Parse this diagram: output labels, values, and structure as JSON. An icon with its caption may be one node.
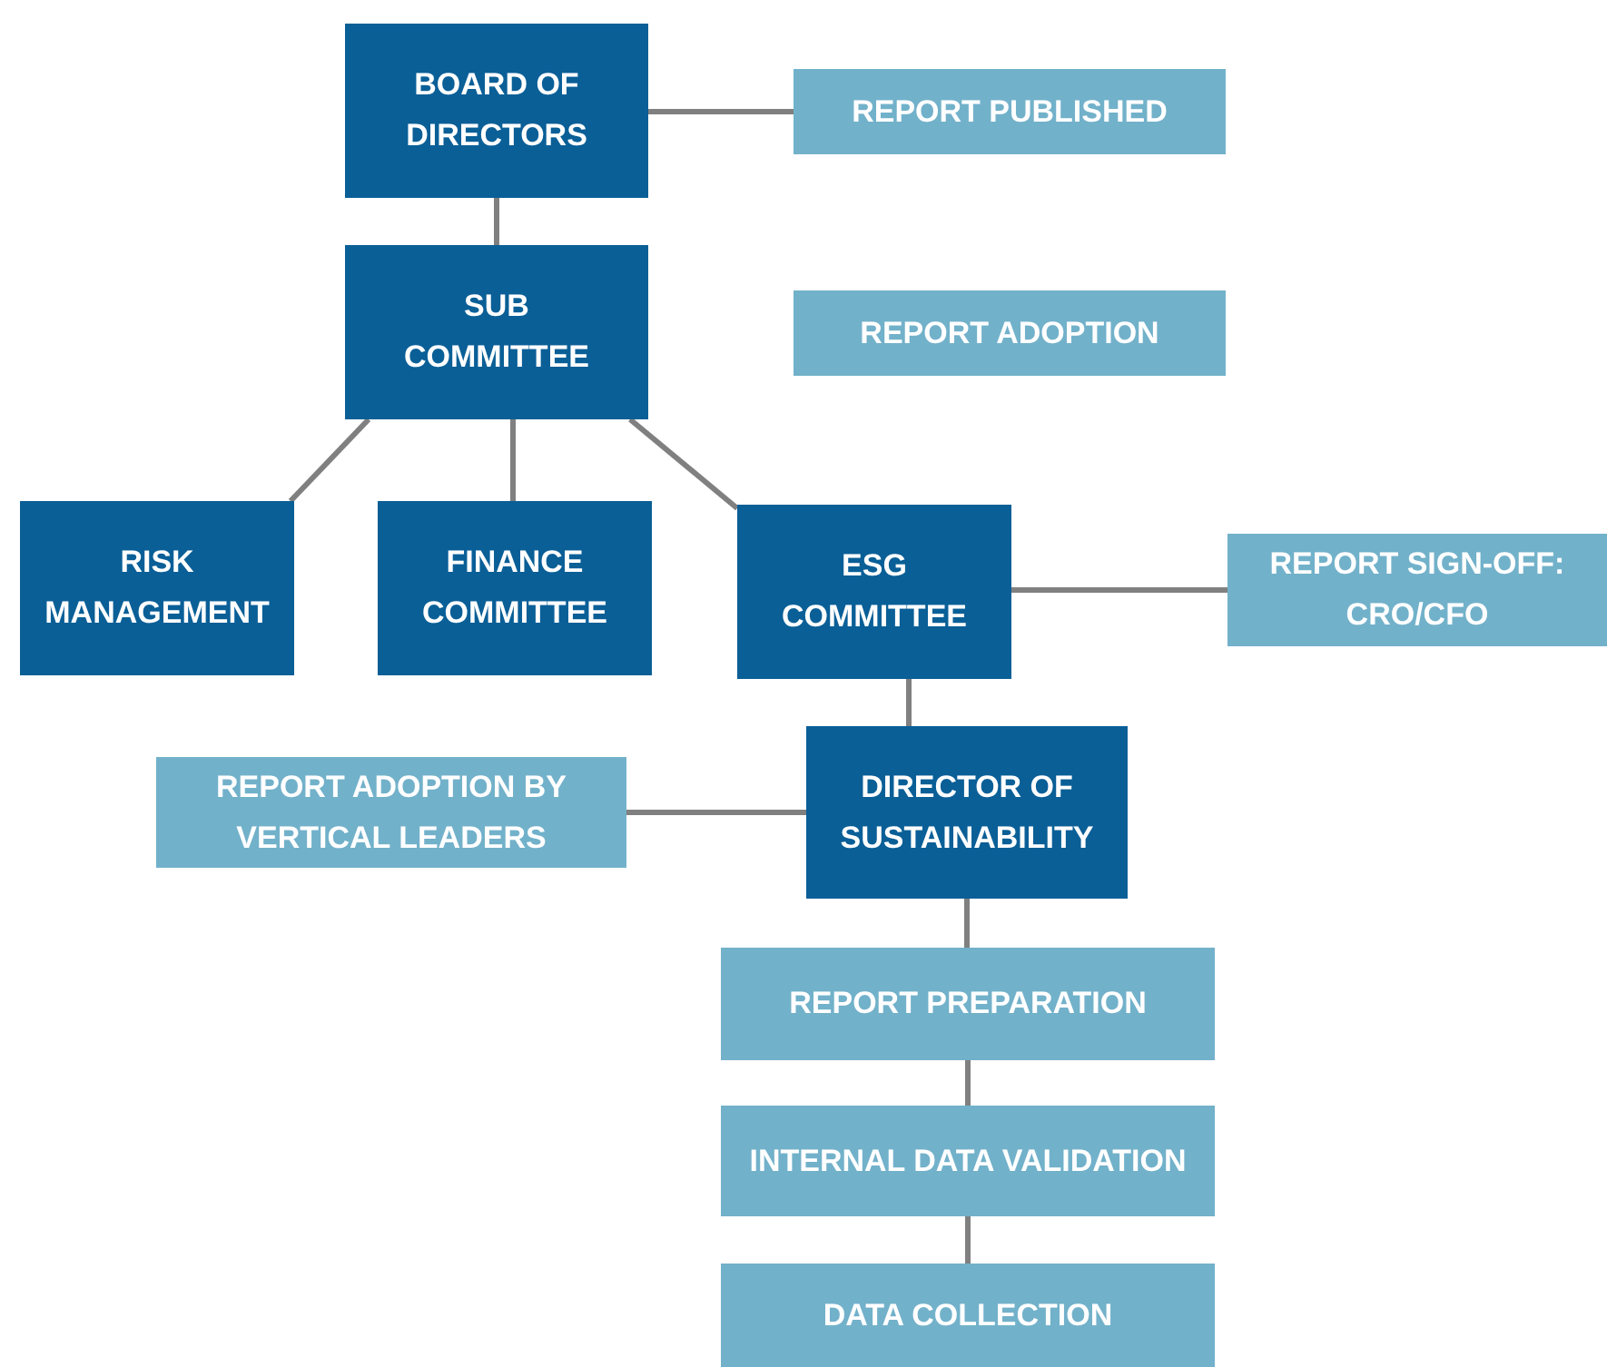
{
  "diagram": {
    "nodes": [
      {
        "text": [
          "BOARD OF DIRECTORS"
        ]
      },
      {
        "text": [
          "REPORT PUBLISHED"
        ]
      },
      {
        "text": [
          "SUB COMMITTEE"
        ]
      },
      {
        "text": [
          "REPORT ADOPTION"
        ]
      },
      {
        "text": [
          "RISK MANAGEMENT"
        ]
      },
      {
        "text": [
          "FINANCE COMMITTEE"
        ]
      },
      {
        "text": [
          "ESG COMMITTEE"
        ]
      },
      {
        "text": [
          "REPORT SIGN-OFF: CRO/CFO"
        ]
      },
      {
        "text": [
          "REPORT ADOPTION BY VERTICAL LEADERS"
        ]
      },
      {
        "text": [
          "DIRECTOR OF SUSTAINABILITY"
        ]
      },
      {
        "text": [
          "REPORT PREPARATION"
        ]
      },
      {
        "text": [
          "INTERNAL DATA VALIDATION"
        ]
      },
      {
        "text": [
          "DATA COLLECTION"
        ]
      }
    ],
    "edges": [
      {
        "from": 0,
        "to": 1,
        "arrow": "none"
      },
      {
        "from": 0,
        "to": 2,
        "arrow": "none"
      },
      {
        "from": 2,
        "to": 4,
        "arrow": "none"
      },
      {
        "from": 2,
        "to": 5,
        "arrow": "none"
      },
      {
        "from": 2,
        "to": 6,
        "arrow": "none"
      },
      {
        "from": 6,
        "to": 7,
        "arrow": "none"
      },
      {
        "from": 6,
        "to": 9,
        "arrow": "none"
      },
      {
        "from": 9,
        "to": 8,
        "arrow": "none"
      },
      {
        "from": 9,
        "to": 10,
        "arrow": "none"
      },
      {
        "from": 10,
        "to": 11,
        "arrow": "none"
      },
      {
        "from": 11,
        "to": 12,
        "arrow": "none"
      }
    ]
  }
}
